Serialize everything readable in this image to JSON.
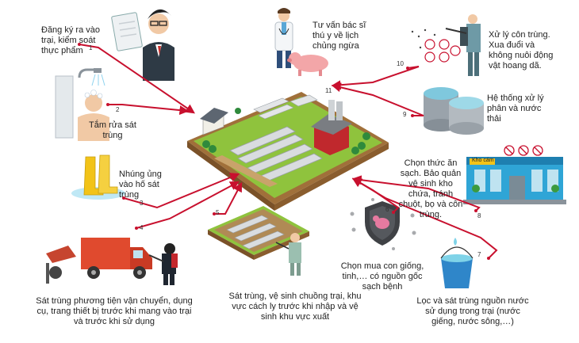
{
  "steps": [
    {
      "num": "1",
      "text": "Đăng ký ra vào trại, kiểm soát thực phẩm"
    },
    {
      "num": "2",
      "text": "Tắm rửa sát trùng"
    },
    {
      "num": "3",
      "text": "Nhúng ủng vào hố sát trùng"
    },
    {
      "num": "4",
      "text": "Sát trùng phương tiện vận chuyển, dụng cụ, trang thiết bị trước khi mang vào trại và trước khi sử dụng"
    },
    {
      "num": "5",
      "text": "Sát trùng, vệ sinh chuồng trại, khu vực cách ly trước khi nhập và vệ sinh khu vực xuất"
    },
    {
      "num": "6",
      "text": "Chọn mua con giống, tinh,… có nguồn gốc sạch bệnh"
    },
    {
      "num": "7",
      "text": "Lọc và sát trùng nguồn nước sử dụng trong trại (nước giếng, nước sông,…)"
    },
    {
      "num": "8",
      "text": "Chọn thức ăn sạch. Bảo quản vệ sinh kho chứa, tránh chuột, bọ và côn trùng."
    },
    {
      "num": "9",
      "text": "Hệ thống xử lý phân và nước thải"
    },
    {
      "num": "10",
      "text": "Xử lý côn trùng. Xua đuổi và không nuôi động vật hoang dã."
    },
    {
      "num": "11",
      "text": "Tư vấn bác sĩ thú y về lịch chủng ngừa"
    }
  ],
  "store_sign": "Kho cám",
  "colors": {
    "arrow": "#c8102e",
    "grass": "#8fc33d",
    "soil": "#a0703a",
    "water": "#7fd3e8"
  }
}
